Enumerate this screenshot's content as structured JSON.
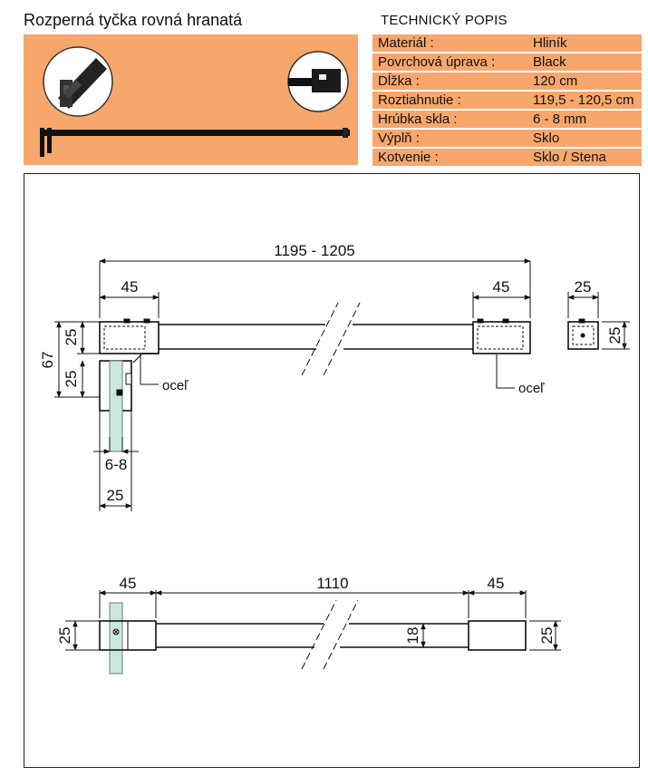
{
  "title": "Rozperná tyčka rovná hranatá",
  "spec": {
    "heading": "TECHNICKÝ POPIS",
    "rows": [
      {
        "label": "Materiál :",
        "value": "Hliník"
      },
      {
        "label": "Povrchová úprava :",
        "value": "Black"
      },
      {
        "label": "Dĺžka :",
        "value": "120 cm"
      },
      {
        "label": "Roztiahnutie :",
        "value": "119,5 - 120,5 cm"
      },
      {
        "label": "Hrúbka skla :",
        "value": "6 - 8 mm"
      },
      {
        "label": "Výplň :",
        "value": "Sklo"
      },
      {
        "label": "Kotvenie :",
        "value": "Sklo / Stena"
      }
    ]
  },
  "drawing": {
    "overall_length": "1195 - 1205",
    "end_left": "45",
    "end_right": "45",
    "profile_width": "25",
    "profile_height": "25",
    "bracket_total": "67",
    "bracket_upper": "25",
    "bracket_lower": "25",
    "steel_left": "oceľ",
    "steel_right": "oceľ",
    "glass_thickness": "6-8",
    "clamp_width": "25",
    "bottom_left": "45",
    "bottom_middle": "1110",
    "bottom_right": "45",
    "bottom_height_left": "25",
    "bar_height": "18",
    "bottom_height_right": "25"
  },
  "colors": {
    "accent": "#f7a76c",
    "glass": "#c8e8dc"
  }
}
